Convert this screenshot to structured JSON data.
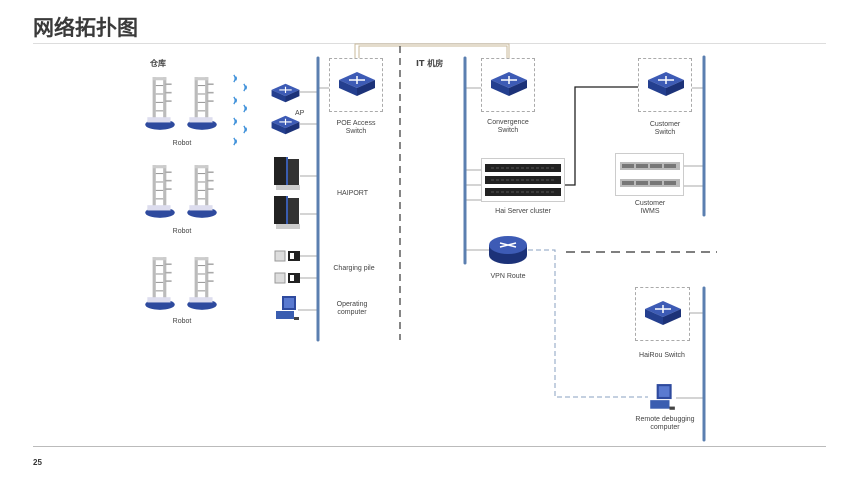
{
  "title": "网络拓扑图",
  "page_number": "25",
  "zones": {
    "warehouse": "仓库",
    "it_room": "IT 机房"
  },
  "devices": {
    "robot": "Robot",
    "ap": "AP",
    "poe_switch": "POE Access\nSwitch",
    "haiport": "HAIPORT",
    "charging_pile": "Charging pile",
    "operating_computer": "Operating\ncomputer",
    "convergence_switch": "Convergence\nSwitch",
    "server_cluster": "Hai Server cluster",
    "vpn_route": "VPN Route",
    "customer_switch": "Customer\nSwitch",
    "customer_iwms": "Customer\nIWMS",
    "hairou_switch": "HaiRou Switch",
    "remote_computer": "Remote debugging\ncomputer"
  },
  "colors": {
    "bus": "#5b7fb0",
    "device": "#2e4a9e",
    "link_tan": "#c8b89a",
    "vpn_dash": "#8aa0c0"
  }
}
